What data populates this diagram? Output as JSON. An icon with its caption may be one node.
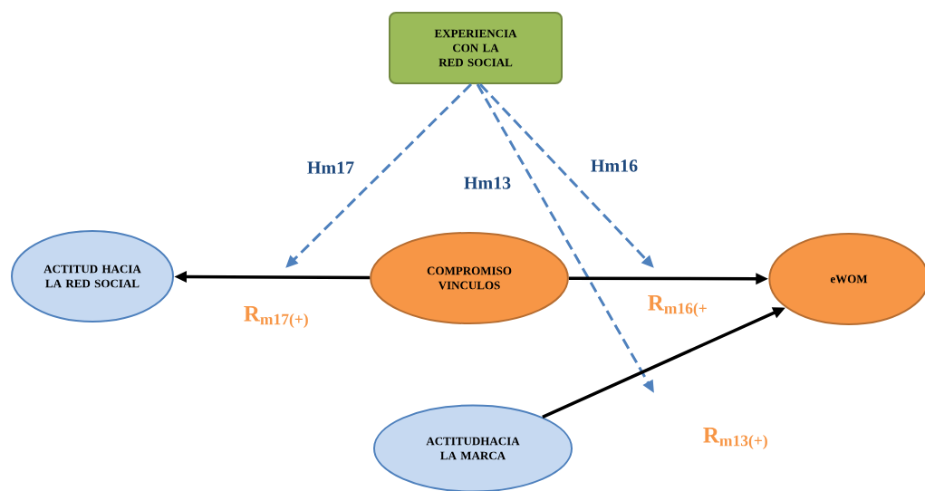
{
  "diagram": {
    "nodes": [
      {
        "text": [
          "EXPERIENCIA CON LA RED SOCIAL"
        ]
      },
      {
        "text": [
          "ACTITUD HACIA LA RED SOCIAL"
        ]
      },
      {
        "text": [
          "COMPROMISO VINCULOS"
        ]
      },
      {
        "text": [
          "eWOM"
        ]
      },
      {
        "text": [
          "ACTITUDHACIA LA MARCA"
        ]
      }
    ],
    "edges": [
      {
        "from": 0,
        "to": null,
        "arrow": "to",
        "label": "Hm17",
        "style": "dashed",
        "color": "#4f81bd"
      },
      {
        "from": 0,
        "to": null,
        "arrow": "to",
        "label": "Hm13",
        "style": "dashed",
        "color": "#4f81bd"
      },
      {
        "from": 0,
        "to": null,
        "arrow": "to",
        "label": "Hm16",
        "style": "dashed",
        "color": "#4f81bd"
      },
      {
        "from": 2,
        "to": 1,
        "arrow": "to",
        "label": "R$_{m17(+)}$",
        "color": "#000000"
      },
      {
        "from": 2,
        "to": 3,
        "arrow": "to",
        "label": "R$_{m16(+}$",
        "color": "#000000"
      },
      {
        "from": 4,
        "to": 3,
        "arrow": "to",
        "label": "R$_{m13(+)}$",
        "color": "#000000"
      }
    ]
  }
}
